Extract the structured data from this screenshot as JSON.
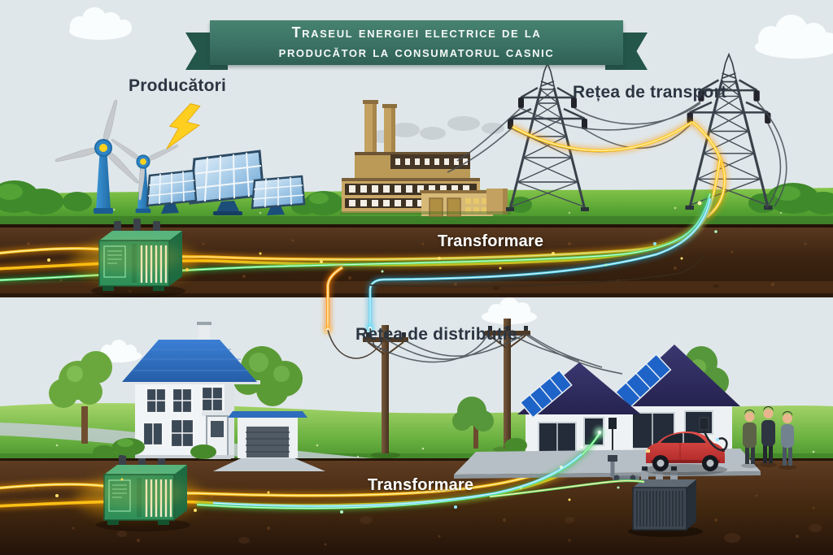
{
  "title_banner": {
    "line1": "Traseul energiei electrice de la",
    "line2": "producător la consumatorul casnic"
  },
  "labels": {
    "producers": "Producători",
    "transport": "Rețea de transport",
    "transformation_top": "Transformare",
    "distribution": "Rețea de distribuție",
    "transformation_bottom": "Transformare"
  },
  "scene": {
    "top_section": [
      "wind-turbines",
      "lightning-bolt",
      "solar-panels",
      "power-plant-factory",
      "transmission-towers",
      "overhead-lines"
    ],
    "underground_top_section": [
      "underground-transformer",
      "glowing-energy-cables"
    ],
    "middle_section": [
      "family-house",
      "distribution-poles",
      "overhead-distribution-lines",
      "solar-roof-houses",
      "electric-car-charging",
      "residents"
    ],
    "underground_bottom_section": [
      "underground-transformer",
      "distribution-transformer",
      "glowing-energy-cables"
    ]
  },
  "colors": {
    "banner_green": "#3a7164",
    "banner_fold": "#24564a",
    "label_dark": "#2c3642",
    "label_light": "#ffffff",
    "sky": "#e0e7ea",
    "grass": "#5ca534",
    "soil": "#3c2411",
    "energy_yellow": "#ffc515",
    "energy_orange": "#ff9400",
    "energy_green": "#3ecf5a",
    "energy_cyan": "#39c7f0",
    "turbine_blue": "#2f86c4",
    "house_roof_blue": "#2f6fc0",
    "solar_roof_navy": "#2e2b58",
    "car_red": "#d23c3e"
  }
}
